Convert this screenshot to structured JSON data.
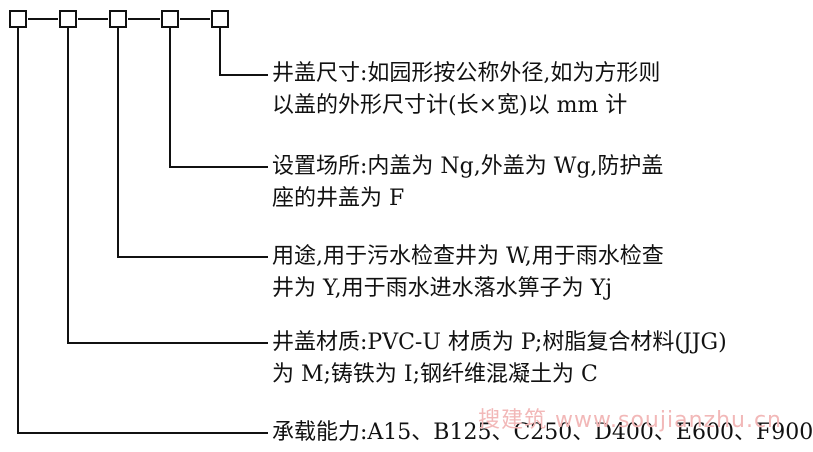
{
  "diagram": {
    "code_boxes": 5,
    "descriptions": [
      {
        "lines": [
          "井盖尺寸:如园形按公称外径,如为方形则",
          "以盖的外形尺寸计(长×宽)以 mm 计"
        ]
      },
      {
        "lines": [
          "设置场所:内盖为 Ng,外盖为 Wg,防护盖",
          "座的井盖为 F"
        ]
      },
      {
        "lines": [
          "用途,用于污水检查井为 W,用于雨水检查",
          "井为 Y,用于雨水进水落水箅子为 Yj"
        ]
      },
      {
        "lines": [
          "井盖材质:PVC-U 材质为 P;树脂复合材料(JJG)",
          "为 M;铸铁为 I;钢纤维混凝土为 C"
        ]
      },
      {
        "lines": [
          "承载能力:A15、B125、C250、D400、E600、F900"
        ]
      }
    ]
  },
  "watermark": "搜建筑 www.soujianzhu.cn",
  "colors": {
    "line": "#111111",
    "watermark": "#f2b8b8",
    "background": "#ffffff"
  }
}
